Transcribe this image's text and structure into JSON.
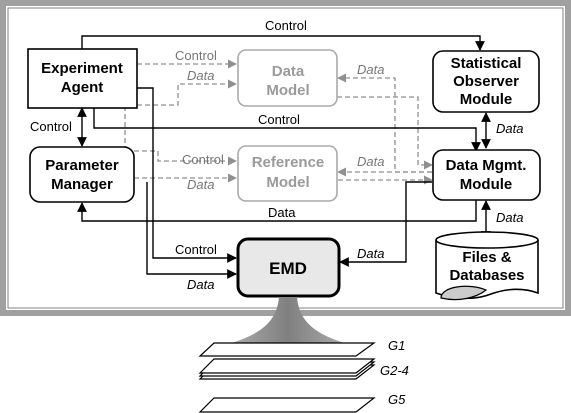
{
  "nodes": {
    "experiment_agent": [
      "Experiment",
      "Agent"
    ],
    "data_model": [
      "Data",
      "Model"
    ],
    "statistical_observer": [
      "Statistical",
      "Observer",
      "Module"
    ],
    "parameter_manager": [
      "Parameter",
      "Manager"
    ],
    "reference_model": [
      "Reference",
      "Model"
    ],
    "data_mgmt": [
      "Data Mgmt.",
      "Module"
    ],
    "emd": "EMD",
    "files_databases": [
      "Files &",
      "Databases"
    ]
  },
  "labels": {
    "control": "Control",
    "data": "Data"
  },
  "layers": [
    "G1",
    "G2-4",
    "G5"
  ],
  "colors": {
    "frame_border": "#808080",
    "frame_outer": "#a0a0a0",
    "active_stroke": "#000000",
    "inactive_stroke": "#aaaaaa",
    "inactive_text": "#9a9a9a",
    "dashed_arrow": "#909090",
    "emd_fill": "#e8e8e8",
    "db_shadow": "#cccccc",
    "funnel": "#9a9a9a"
  }
}
